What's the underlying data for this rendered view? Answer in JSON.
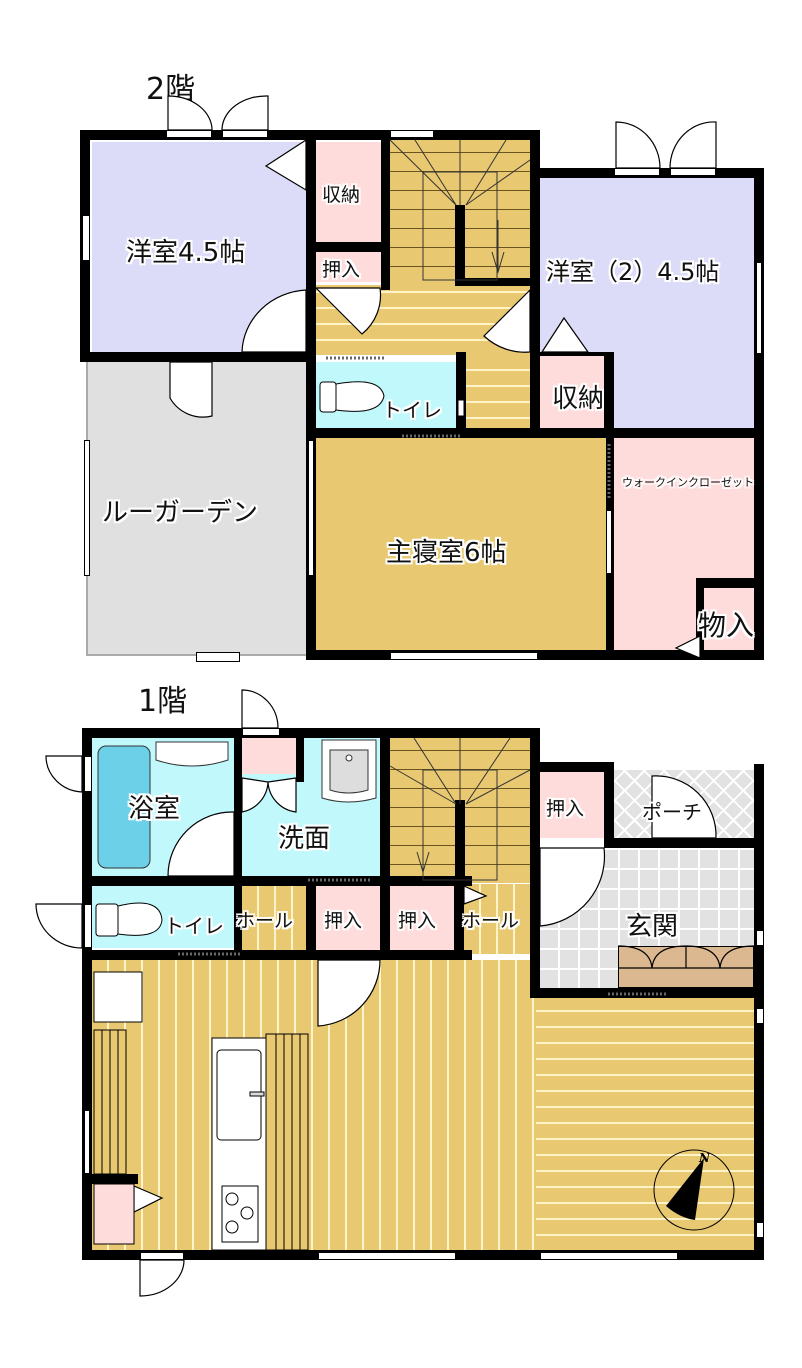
{
  "floors": {
    "second": {
      "title": "2階",
      "rooms": {
        "western_room_1": "洋室4.5帖",
        "storage_1": "収納",
        "closet_1": "押入",
        "western_room_2": "洋室（2）4.5帖",
        "storage_2": "収納",
        "toilet": "トイレ",
        "roof_garden": "ルーガーデン",
        "master_bedroom": "主寝室6帖",
        "walk_in_closet": "ウォークインクローゼット",
        "storeroom": "物入"
      }
    },
    "first": {
      "title": "1階",
      "rooms": {
        "bathroom": "浴室",
        "washroom": "洗面",
        "toilet": "トイレ",
        "hall_1": "ホール",
        "closet_1": "押入",
        "closet_2": "押入",
        "hall_2": "ホール",
        "closet_3": "押入",
        "porch": "ポーチ",
        "entrance": "玄関"
      }
    }
  },
  "compass": {
    "label": "N"
  },
  "colors": {
    "western_room": "#dcdcf8",
    "storage": "#ffdcdc",
    "wood": "#e8c870",
    "water": "#c0f8fc",
    "garden": "#e0e0e0",
    "wall": "#000000"
  }
}
